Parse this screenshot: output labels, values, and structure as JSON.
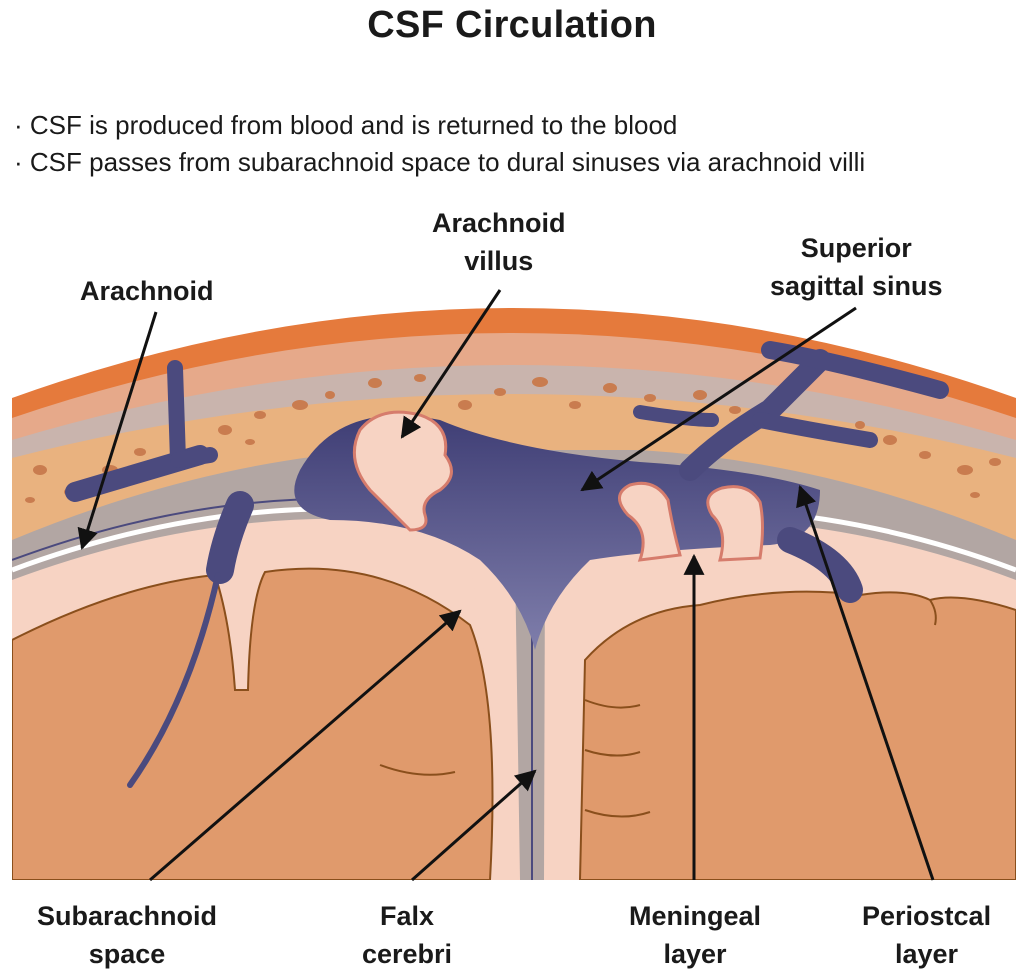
{
  "title": "CSF Circulation",
  "bullets": [
    "· CSF is produced from blood and is returned to the blood",
    "· CSF passes from subarachnoid space to dural sinuses via arachnoid villi"
  ],
  "labels": {
    "arachnoid": [
      "Arachnoid"
    ],
    "arachnoid_villus": [
      "Arachnoid",
      "villus"
    ],
    "superior_sagittal_sinus": [
      "Superior",
      "sagittal sinus"
    ],
    "subarachnoid_space": [
      "Subarachnoid",
      "space"
    ],
    "falx_cerebri": [
      "Falx",
      "cerebri"
    ],
    "meningeal_layer": [
      "Meningeal",
      "layer"
    ],
    "periosteal_layer": [
      "Periostcal",
      "layer"
    ]
  },
  "colors": {
    "scalp": "#e57a3c",
    "bone_band": "#c9b4ad",
    "diploe": "#e9b27f",
    "bone_spot": "#c97c4f",
    "dura": "#b2a6a3",
    "sinus_blood": "#4b4a7e",
    "sinus_light": "#7b7aa9",
    "subarachnoid": "#f7d3c3",
    "pia_line": "#d67c6c",
    "brain": "#e09a6c",
    "brain_dark": "#cd7f55",
    "sulcus_line": "#8a4f1c",
    "text": "#1a1a1a"
  }
}
